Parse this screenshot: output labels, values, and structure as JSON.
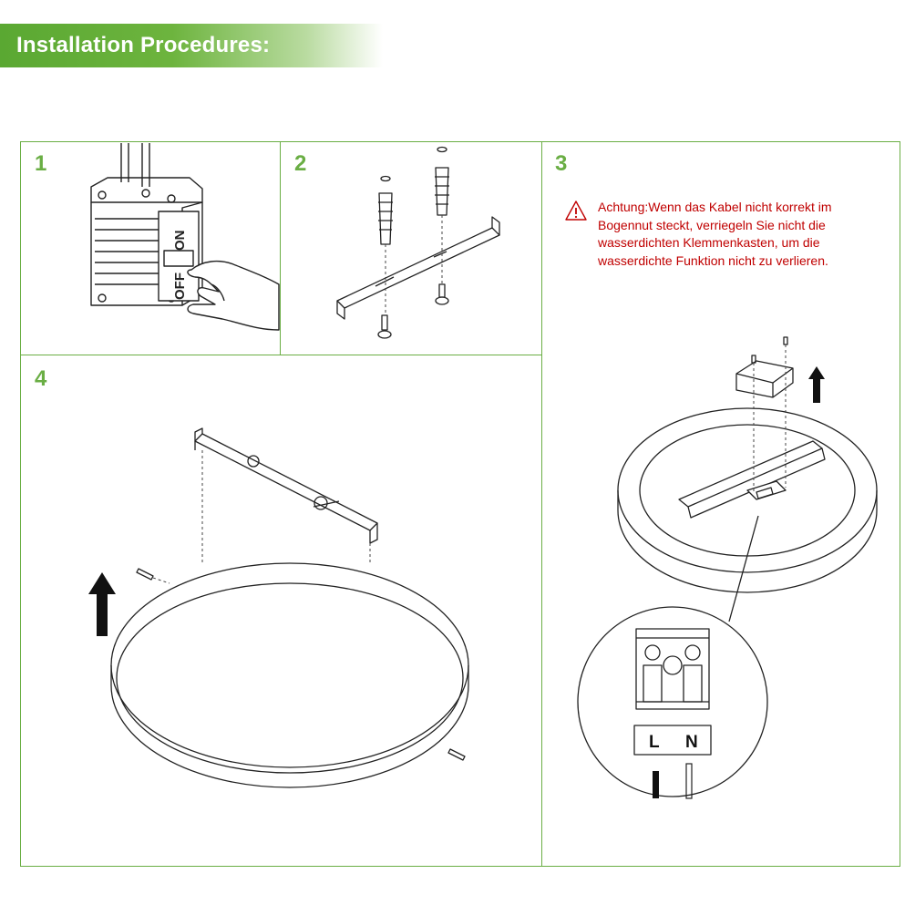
{
  "header": {
    "title": "Installation Procedures:"
  },
  "steps": {
    "s1": {
      "number": "1",
      "switch_on": "ON",
      "switch_off": "OFF"
    },
    "s2": {
      "number": "2"
    },
    "s3": {
      "number": "3",
      "warning": "Achtung:Wenn das Kabel nicht korrekt im Bogennut steckt,  verriegeln Sie nicht die wasserdichten Klemmenkasten, um die wasserdichte Funktion nicht zu verlieren.",
      "terminal_l": "L",
      "terminal_n": "N"
    },
    "s4": {
      "number": "4"
    }
  },
  "colors": {
    "accent_green": "#6aae44",
    "warning_red": "#c00000",
    "line": "#222222"
  },
  "icons": [
    "warning-triangle-icon",
    "up-arrow-icon"
  ]
}
